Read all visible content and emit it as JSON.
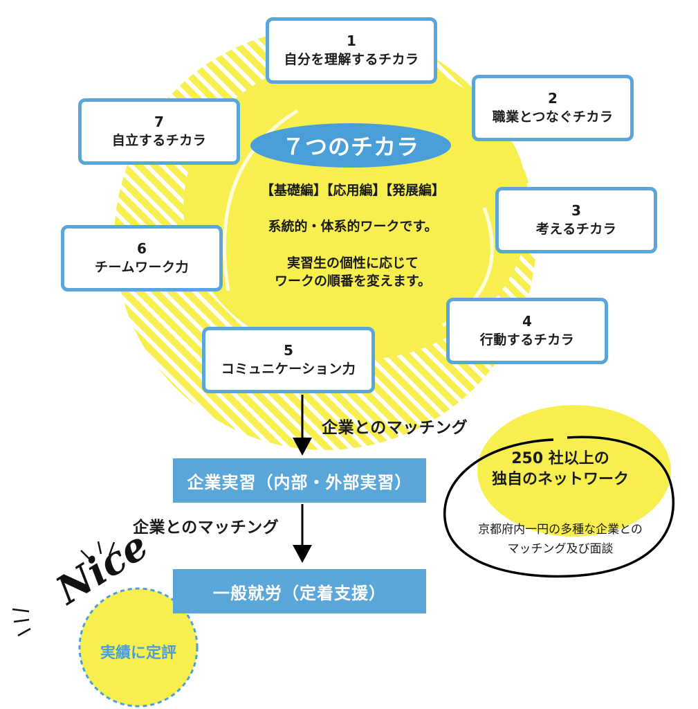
{
  "center": {
    "title": "７つのチカラ",
    "levels": "【基礎編】【応用編】【発展編】",
    "line1": "系統的・体系的ワークです。",
    "line2": "実習生の個性に応じて",
    "line3": "ワークの順番を変えます。"
  },
  "powers": [
    {
      "num": "1",
      "label": "自分を理解するチカラ"
    },
    {
      "num": "2",
      "label": "職業とつなぐチカラ"
    },
    {
      "num": "3",
      "label": "考えるチカラ"
    },
    {
      "num": "4",
      "label": "行動するチカラ"
    },
    {
      "num": "5",
      "label": "コミュニケーション力"
    },
    {
      "num": "6",
      "label": "チームワーク力"
    },
    {
      "num": "7",
      "label": "自立するチカラ"
    }
  ],
  "flow": {
    "matching1": "企業とのマッチング",
    "internship": "企業実習（内部・外部実習）",
    "matching2": "企業とのマッチング",
    "employment": "一般就労（定着支援）"
  },
  "network": {
    "title1": "250 社以上の",
    "title2": "独自のネットワーク",
    "sub1": "京都府内一円の多種な企業との",
    "sub2": "マッチング及び面談"
  },
  "badge": {
    "nice": "Nice",
    "text": "実績に定評"
  },
  "colors": {
    "blue": "#5aa6d9",
    "yellow": "#f7ef4f"
  }
}
